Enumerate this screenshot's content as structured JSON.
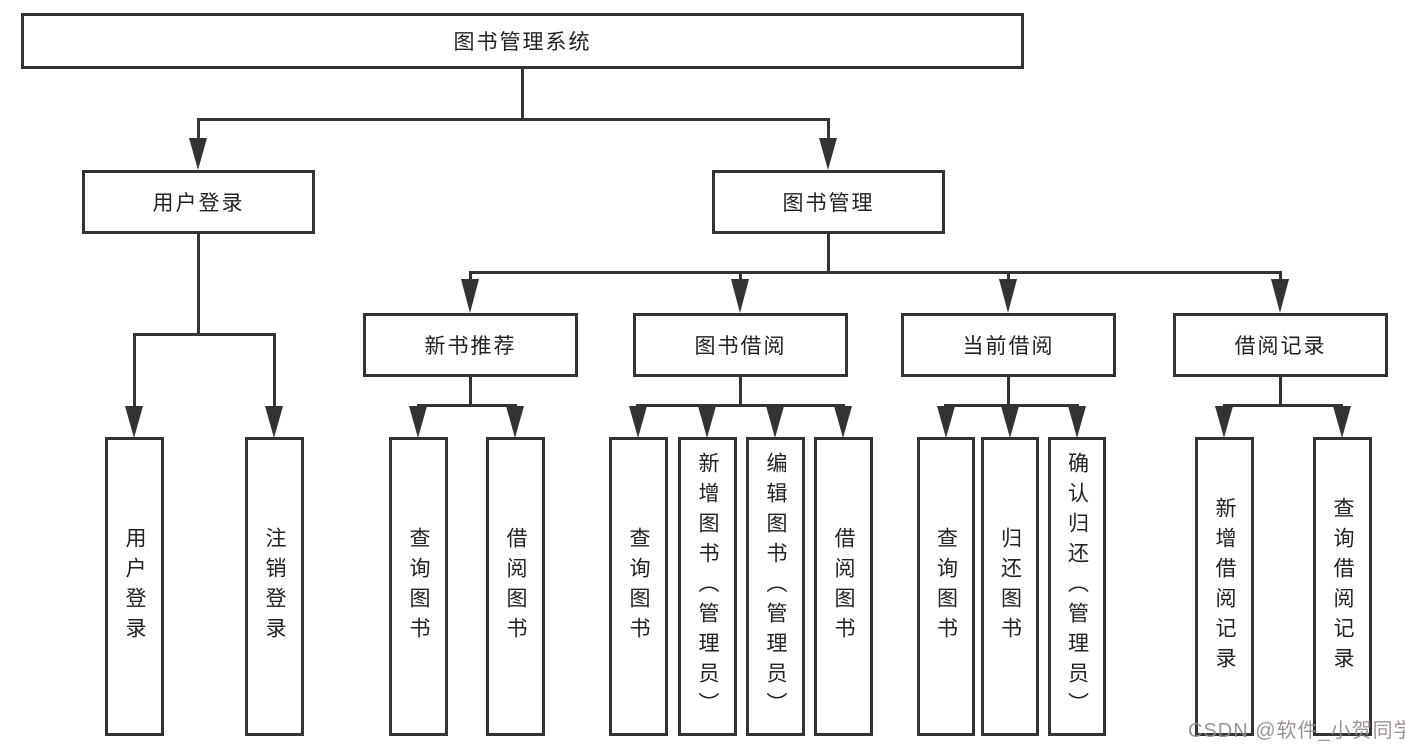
{
  "diagram": {
    "root": {
      "label": "图书管理系统"
    },
    "user_branch": {
      "label": "用户登录",
      "children": [
        {
          "label": "用户登录"
        },
        {
          "label": "注销登录"
        }
      ]
    },
    "book_branch": {
      "label": "图书管理",
      "sections": [
        {
          "label": "新书推荐",
          "children": [
            {
              "label": "查询图书"
            },
            {
              "label": "借阅图书"
            }
          ]
        },
        {
          "label": "图书借阅",
          "children": [
            {
              "label": "查询图书"
            },
            {
              "label": "新增图书（管理员）"
            },
            {
              "label": "编辑图书（管理员）"
            },
            {
              "label": "借阅图书"
            }
          ]
        },
        {
          "label": "当前借阅",
          "children": [
            {
              "label": "查询图书"
            },
            {
              "label": "归还图书"
            },
            {
              "label": "确认归还（管理员）"
            }
          ]
        },
        {
          "label": "借阅记录",
          "children": [
            {
              "label": "新增借阅记录"
            },
            {
              "label": "查询借阅记录"
            }
          ]
        }
      ]
    }
  },
  "watermark": {
    "text": "CSDN @软件_小贺同学",
    "color": "#948a8a"
  },
  "colors": {
    "line": "#333333",
    "box_border": "#333333",
    "text": "#222222",
    "background": "#ffffff"
  }
}
